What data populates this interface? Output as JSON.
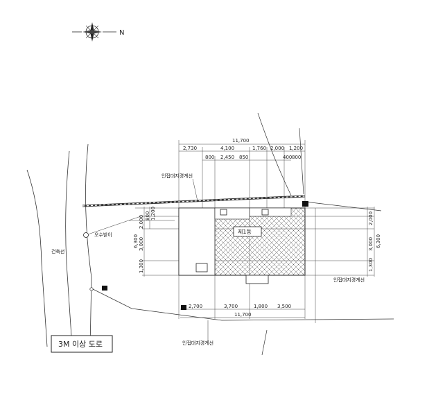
{
  "compass": {
    "north_label": "N",
    "icon": "compass-rose-icon"
  },
  "labels": {
    "adjacent_boundary_top": "인접대지경계선",
    "adjacent_boundary_right": "인접대지경계선",
    "adjacent_boundary_bottom": "인접대지경계선",
    "sewer_pipe": "오수받이",
    "building_line": "건축선",
    "building_name": "제1동",
    "road": "3M 이상 도로"
  },
  "dimensions": {
    "top_total": "11,700",
    "top_segments": [
      "2,730",
      "4,100",
      "1,760",
      "2,000",
      "1,200"
    ],
    "top_inner": [
      "800",
      "2,450",
      "850",
      "400",
      "800"
    ],
    "bottom_total": "11,700",
    "bottom_segments": [
      "2,700",
      "3,700",
      "1,800",
      "3,500"
    ],
    "left_segments": [
      "800",
      "1,200",
      "2,000",
      "3,000",
      "1,300"
    ],
    "left_total": "6,300",
    "right_segments": [
      "2,000",
      "3,000",
      "1,300"
    ],
    "right_total": "6,300"
  },
  "colors": {
    "line": "#222222",
    "hatch": "#555555",
    "marker": "#111111"
  }
}
